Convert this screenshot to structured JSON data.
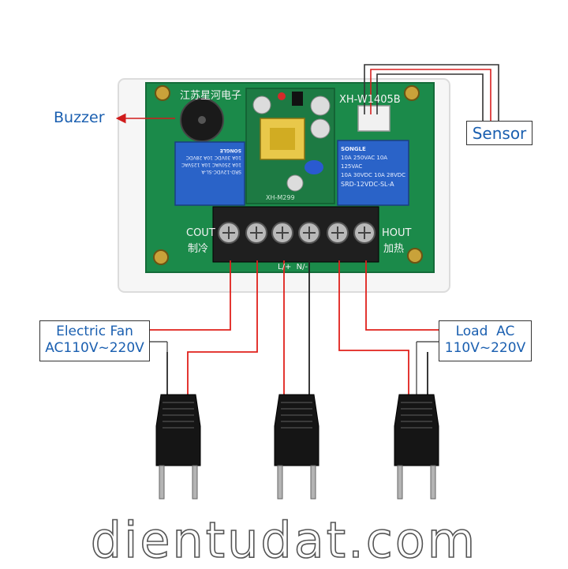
{
  "labels": {
    "buzzer": "Buzzer",
    "sensor": "Sensor",
    "fan_line1": "Electric Fan",
    "fan_line2": "AC110V~220V",
    "load_line1": "Load  AC",
    "load_line2": "110V~220V"
  },
  "pcb": {
    "maker": "江苏星河电子",
    "model": "XH-W1405B",
    "module": "XH-M299",
    "left_terminal_en": "COUT",
    "left_terminal_cn": "制冷",
    "right_terminal_en": "HOUT",
    "right_terminal_cn": "加热",
    "center_marks": "L/+  N/-",
    "relay_left": [
      "SRD-12VDC-SL-A",
      "10A 250VAC  10A 125VAC",
      "10A 30VDC  10A 28VDC",
      "SONGLE"
    ],
    "relay_right": [
      "SONGLE",
      "10A 250VAC  10A 125VAC",
      "10A 30VDC  10A 28VDC",
      "SRD-12VDC-SL-A"
    ]
  },
  "watermark": "dientudat.com",
  "colors": {
    "pcb": "#1b8a4a",
    "relay": "#2a63c8",
    "terminal": "#1f1f1f",
    "wire_red": "#e0201b",
    "wire_black": "#222222",
    "label_text": "#1a5fb0"
  }
}
